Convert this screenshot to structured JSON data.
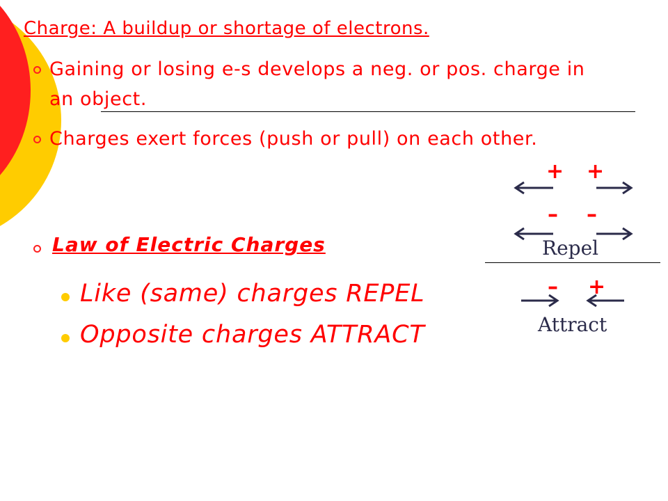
{
  "title": "Charge: A buildup or shortage of electrons.",
  "bullets": [
    "Gaining or losing e-s develops a neg. or pos. charge in an object.",
    "Charges exert forces (push or pull) on each other."
  ],
  "law": {
    "heading": "Law of Electric Charges",
    "items": [
      "Like (same) charges REPEL",
      "Opposite charges ATTRACT"
    ]
  },
  "diagram": {
    "repel_row1": [
      "+",
      "+"
    ],
    "repel_row2": [
      "–",
      "–"
    ],
    "repel_label": "Repel",
    "attract_row": [
      "–",
      "+"
    ],
    "attract_label": "Attract"
  },
  "colors": {
    "text": "#ff0000",
    "bullet_dot": "#ffcc00",
    "circle_red": "#ff1f1f",
    "circle_yellow": "#ffcc00"
  }
}
